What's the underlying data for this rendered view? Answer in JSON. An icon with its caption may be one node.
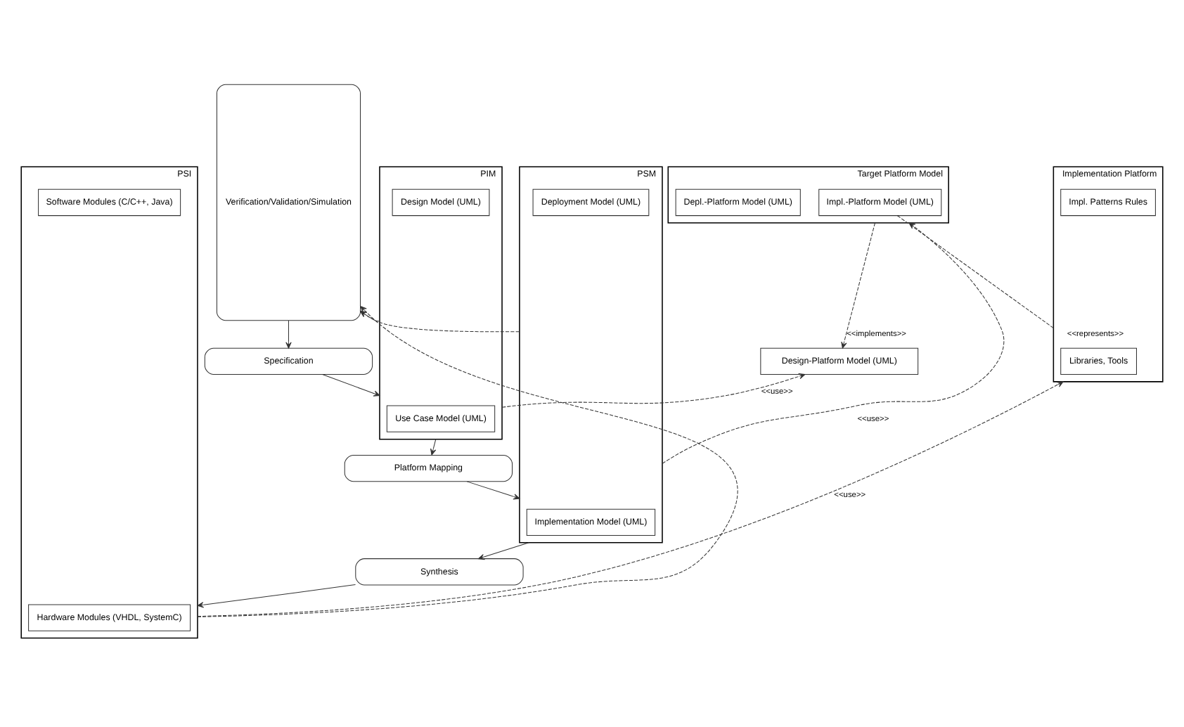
{
  "diagram": {
    "nodes": [
      {
        "text": [
          "Specification"
        ]
      },
      {
        "text": [
          "PIM"
        ]
      },
      {
        "text": [
          "Use Case Model (UML)"
        ],
        "in": 1
      },
      {
        "text": [
          "Design Model (UML)"
        ],
        "in": 1
      },
      {
        "text": [
          "Design-Platform Model (UML)"
        ]
      },
      {
        "text": [
          "Platform Mapping"
        ]
      },
      {
        "text": [
          "PSM"
        ]
      },
      {
        "text": [
          "Implementation Model (UML)"
        ],
        "in": 6
      },
      {
        "text": [
          "Deployment Model (UML)"
        ],
        "in": 6
      },
      {
        "text": [
          "Target Platform Model"
        ]
      },
      {
        "text": [
          "Impl.-Platform Model (UML)"
        ],
        "in": 9
      },
      {
        "text": [
          "Depl.-Platform Model (UML)"
        ],
        "in": 9
      },
      {
        "text": [
          "Synthesis"
        ]
      },
      {
        "text": [
          "PSI"
        ]
      },
      {
        "text": [
          "Hardware Modules (VHDL, SystemC)"
        ],
        "in": 13
      },
      {
        "text": [
          "Software Modules (C/C++, Java)"
        ],
        "in": 13
      },
      {
        "text": [
          "Implementation Platform"
        ]
      },
      {
        "text": [
          "Libraries, Tools"
        ],
        "in": 16
      },
      {
        "text": [
          "Impl. Patterns Rules"
        ],
        "in": 16
      },
      {
        "text": [
          "Verification/Validation/Simulation"
        ]
      }
    ],
    "edges": [
      {
        "from": 19,
        "to": 0,
        "arrow": "to"
      },
      {
        "from": 0,
        "to": 1,
        "arrow": "to"
      },
      {
        "from": 1,
        "to": 19,
        "arrow": "to",
        "style": "dashed"
      },
      {
        "from": 1,
        "to": 4,
        "arrow": "to",
        "style": "dashed",
        "label": "<<use>>"
      },
      {
        "from": 1,
        "to": 5,
        "arrow": "to"
      },
      {
        "from": 9,
        "to": 4,
        "arrow": "to",
        "style": "dashed",
        "label": "<<implements>>"
      },
      {
        "from": 5,
        "to": 6,
        "arrow": "to"
      },
      {
        "from": 6,
        "to": 19,
        "arrow": "to",
        "style": "dashed"
      },
      {
        "from": 6,
        "to": 9,
        "arrow": "to",
        "style": "dashed",
        "label": "<<use>>"
      },
      {
        "from": 6,
        "to": 12,
        "arrow": "to"
      },
      {
        "from": 10,
        "to": 16,
        "arrow": "none",
        "style": "dashed",
        "label": "<<represents>>"
      },
      {
        "from": 12,
        "to": 13,
        "arrow": "to"
      },
      {
        "from": 13,
        "to": 19,
        "arrow": "to",
        "style": "dashed"
      },
      {
        "from": 13,
        "to": 16,
        "arrow": "to",
        "style": "dashed",
        "label": "<<use>>"
      }
    ]
  }
}
